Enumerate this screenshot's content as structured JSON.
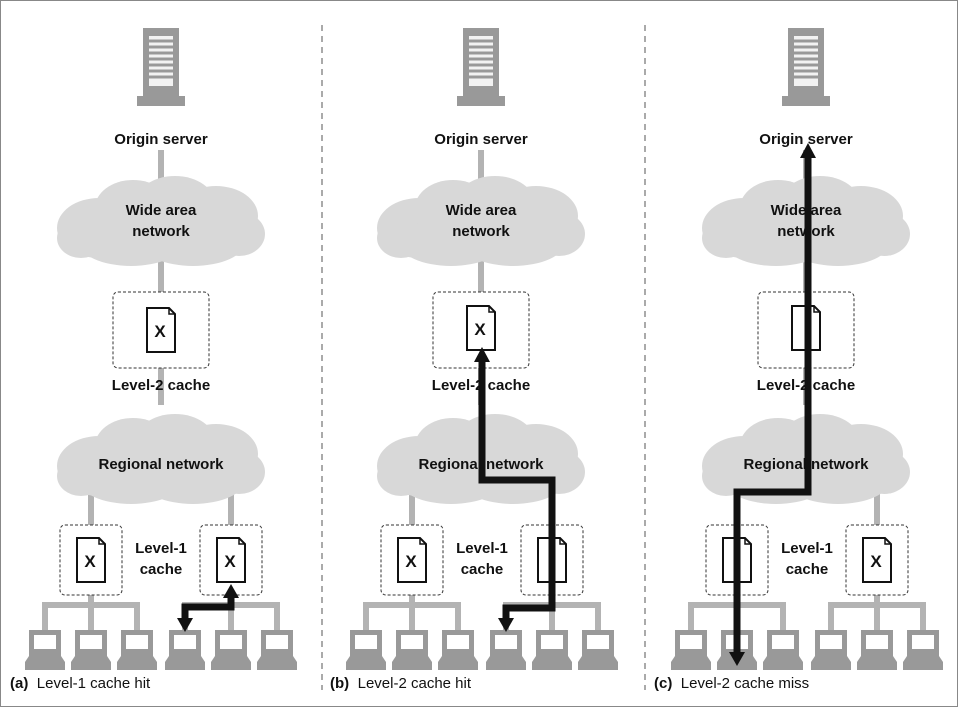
{
  "colors": {
    "frame": "#777777",
    "cloud": "#d8d8d8",
    "server": "#999999",
    "connector": "#b3b3b3",
    "arrow": "#111111",
    "dashed": "#555555"
  },
  "labels": {
    "origin_server": "Origin server",
    "wide_area_network_line1": "Wide area",
    "wide_area_network_line2": "network",
    "level2_cache": "Level-2 cache",
    "regional_network": "Regional network",
    "level1_cache_line1": "Level-1",
    "level1_cache_line2": "cache",
    "doc_mark": "X"
  },
  "panels": [
    {
      "id": "a",
      "tag": "(a)",
      "caption": "Level-1 cache hit",
      "level2_has_x": true,
      "level1_left_has_x": true,
      "level1_right_has_x": true
    },
    {
      "id": "b",
      "tag": "(b)",
      "caption": "Level-2 cache hit",
      "level2_has_x": true,
      "level1_left_has_x": true,
      "level1_right_has_x": false
    },
    {
      "id": "c",
      "tag": "(c)",
      "caption": "Level-2 cache miss",
      "level2_has_x": false,
      "level1_left_has_x": false,
      "level1_right_has_x": true
    }
  ],
  "icons": [
    "server-icon",
    "cloud-icon",
    "document-icon",
    "computer-icon",
    "arrow-icon"
  ]
}
